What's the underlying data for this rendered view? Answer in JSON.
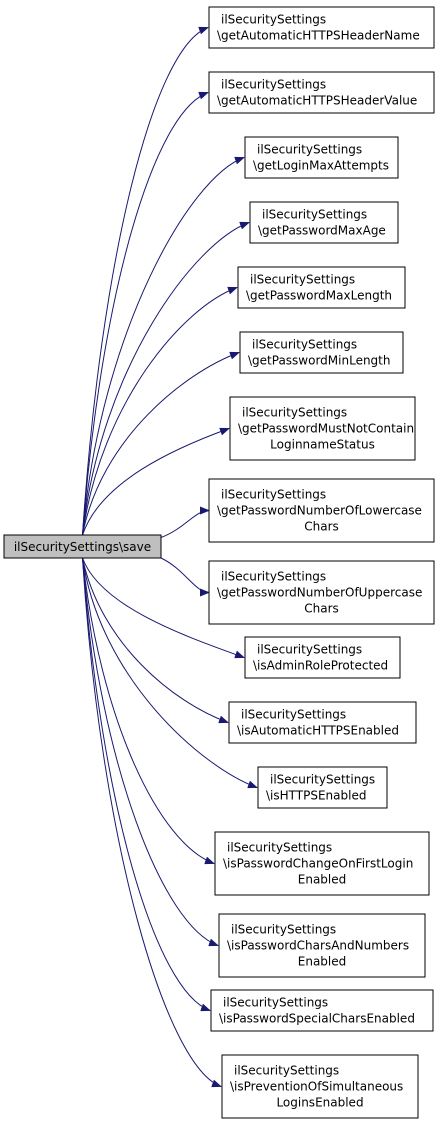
{
  "diagram": {
    "source": {
      "label": "ilSecuritySettings\\save",
      "fill": "#bfbfbf"
    },
    "edge_color": "#191970",
    "targets": [
      {
        "lines": [
          "ilSecuritySettings",
          "\\getAutomaticHTTPSHeaderName"
        ]
      },
      {
        "lines": [
          "ilSecuritySettings",
          "\\getAutomaticHTTPSHeaderValue"
        ]
      },
      {
        "lines": [
          "ilSecuritySettings",
          "\\getLoginMaxAttempts"
        ]
      },
      {
        "lines": [
          "ilSecuritySettings",
          "\\getPasswordMaxAge"
        ]
      },
      {
        "lines": [
          "ilSecuritySettings",
          "\\getPasswordMaxLength"
        ]
      },
      {
        "lines": [
          "ilSecuritySettings",
          "\\getPasswordMinLength"
        ]
      },
      {
        "lines": [
          "ilSecuritySettings",
          "\\getPasswordMustNotContain",
          "LoginnameStatus"
        ]
      },
      {
        "lines": [
          "ilSecuritySettings",
          "\\getPasswordNumberOfLowercase",
          "Chars"
        ]
      },
      {
        "lines": [
          "ilSecuritySettings",
          "\\getPasswordNumberOfUppercase",
          "Chars"
        ]
      },
      {
        "lines": [
          "ilSecuritySettings",
          "\\isAdminRoleProtected"
        ]
      },
      {
        "lines": [
          "ilSecuritySettings",
          "\\isAutomaticHTTPSEnabled"
        ]
      },
      {
        "lines": [
          "ilSecuritySettings",
          "\\isHTTPSEnabled"
        ]
      },
      {
        "lines": [
          "ilSecuritySettings",
          "\\isPasswordChangeOnFirstLogin",
          "Enabled"
        ]
      },
      {
        "lines": [
          "ilSecuritySettings",
          "\\isPasswordCharsAndNumbers",
          "Enabled"
        ]
      },
      {
        "lines": [
          "ilSecuritySettings",
          "\\isPasswordSpecialCharsEnabled"
        ]
      },
      {
        "lines": [
          "ilSecuritySettings",
          "\\isPreventionOfSimultaneous",
          "LoginsEnabled"
        ]
      }
    ]
  }
}
